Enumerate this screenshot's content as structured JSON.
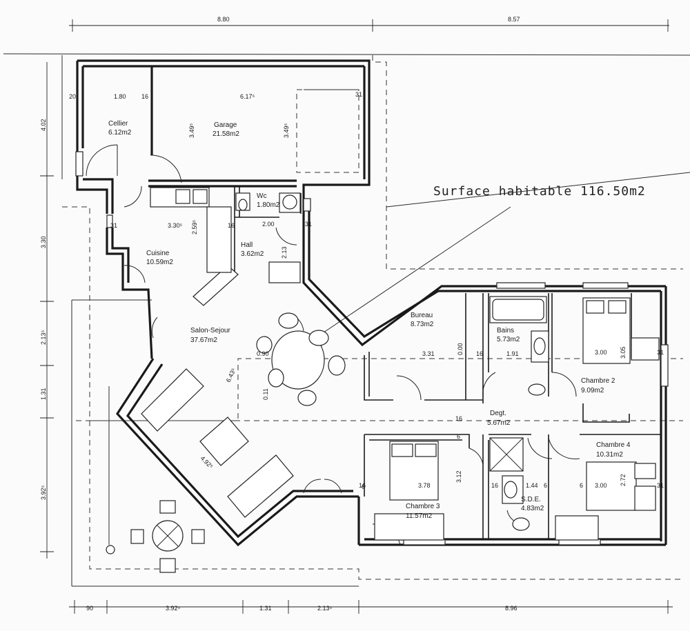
{
  "title": "Surface habitable  116.50m2",
  "rooms": {
    "cellier": {
      "name": "Cellier",
      "area": "6.12m2"
    },
    "garage": {
      "name": "Garage",
      "area": "21.58m2"
    },
    "wc": {
      "name": "Wc",
      "area": "1.80m2"
    },
    "cuisine": {
      "name": "Cuisine",
      "area": "10.59m2"
    },
    "hall": {
      "name": "Hall",
      "area": "3.62m2"
    },
    "salon": {
      "name": "Salon-Sejour",
      "area": "37.67m2"
    },
    "bureau": {
      "name": "Bureau",
      "area": "8.73m2"
    },
    "bains": {
      "name": "Bains",
      "area": "5.73m2"
    },
    "chambre2": {
      "name": "Chambre  2",
      "area": "9.09m2"
    },
    "degt": {
      "name": "Degt.",
      "area": "5.67m2"
    },
    "chambre4": {
      "name": "Chambre  4",
      "area": "10.31m2"
    },
    "chambre3": {
      "name": "Chambre  3",
      "area": "11.57m2"
    },
    "sde": {
      "name": "S.D.E.",
      "area": "4.83m2"
    }
  },
  "dims": {
    "top_left": "8.80",
    "top_right": "8.57",
    "cellier_w": "1.80",
    "cellier_s": "16",
    "garage_w": "6.17⁵",
    "garage_h1": "3.49⁵",
    "garage_h2": "3.49⁵",
    "left_side": "20",
    "kitchen_w": "3.30⁵",
    "kitchen_h": "2.59⁵",
    "hall_w": "2.00",
    "hall_h": "2.13",
    "hall_s": "31",
    "hall_s2": "16",
    "kit_s": "31",
    "diag1": "6.43⁵",
    "diag2": "4.92⁵",
    "salon_d": "0.90",
    "salon_d2": "0.11",
    "bureau_w": "3.31",
    "bureau_h": "0.00",
    "bains_w": "1.91",
    "bains_s": "16",
    "ch2_w": "3.00",
    "ch2_h": "3.05",
    "ch2_s": "31",
    "degt_d": "16",
    "ch3_w": "3.78",
    "ch3_h": "3.12",
    "ch3_s": "16",
    "sde_w": "1.44",
    "sde_s": "16",
    "ch4_w": "3.00",
    "ch4_h": "2.72",
    "ch4_s": "31",
    "bottom_90": "90",
    "bottom_392": "3.92⁵",
    "bottom_131": "1.31",
    "bottom_213": "2.13⁵",
    "bottom_896": "8.96",
    "left_402": "4.02",
    "left_330": "3.30",
    "left_213": "2.13⁵",
    "left_131": "1.31",
    "left_392": "3.92⁵",
    "misc_6a": "6",
    "misc_6b": "6",
    "misc_6c": "6",
    "misc_6d": "6",
    "misc_31a": "31"
  }
}
